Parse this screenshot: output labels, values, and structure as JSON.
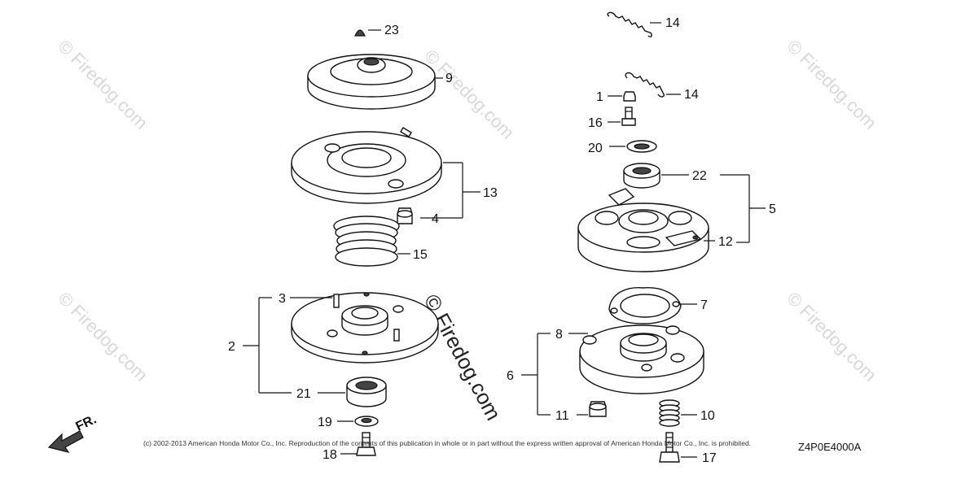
{
  "watermark": "© Firedog.com",
  "copyright": "(c) 2002-2013 American Honda Motor Co., Inc. Reproduction of the contents of this publication in whole or in part without the express written approval of American Honda Motor Co., Inc. is prohibited.",
  "diagram_code": "Z4P0E4000A",
  "fr_label": "FR.",
  "callouts": {
    "p1": "1",
    "p2": "2",
    "p3": "3",
    "p4": "4",
    "p5": "5",
    "p6": "6",
    "p7": "7",
    "p8": "8",
    "p9": "9",
    "p10": "10",
    "p11": "11",
    "p12": "12",
    "p13": "13",
    "p14a": "14",
    "p14b": "14",
    "p15": "15",
    "p16": "16",
    "p17": "17",
    "p18": "18",
    "p19": "19",
    "p20": "20",
    "p21": "21",
    "p22": "22",
    "p23": "23"
  }
}
